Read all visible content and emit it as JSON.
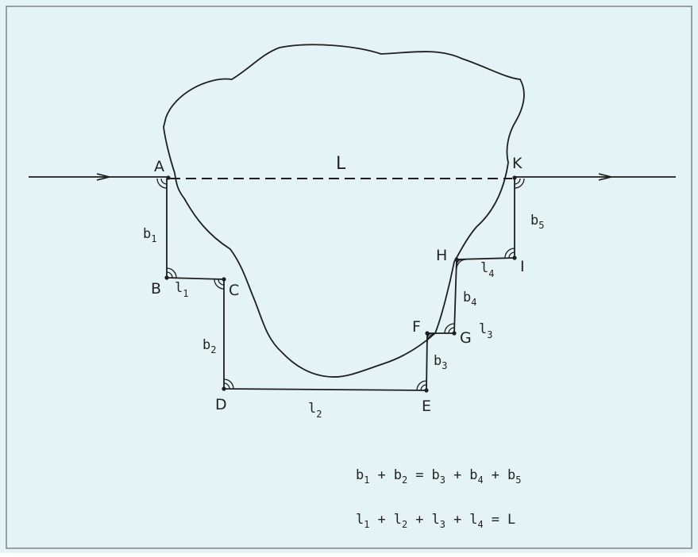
{
  "colors": {
    "paper": "#e4f4f6",
    "ink": "#1e1e1e",
    "frame": "#7a7a7a"
  },
  "points": {
    "A": "A",
    "B": "B",
    "C": "C",
    "D": "D",
    "E": "E",
    "F": "F",
    "G": "G",
    "H": "H",
    "I": "I",
    "K": "K"
  },
  "segments": {
    "L": "L",
    "b1": {
      "base": "b",
      "sub": "1"
    },
    "b2": {
      "base": "b",
      "sub": "2"
    },
    "b3": {
      "base": "b",
      "sub": "3"
    },
    "b4": {
      "base": "b",
      "sub": "4"
    },
    "b5": {
      "base": "b",
      "sub": "5"
    },
    "l1": {
      "base": "l",
      "sub": "1"
    },
    "l2": {
      "base": "l",
      "sub": "2"
    },
    "l3": {
      "base": "l",
      "sub": "3"
    },
    "l4": {
      "base": "l",
      "sub": "4"
    }
  },
  "equations": {
    "eq1": [
      {
        "base": "b",
        "sub": "1"
      },
      {
        "op": "+"
      },
      {
        "base": "b",
        "sub": "2"
      },
      {
        "op": "="
      },
      {
        "base": "b",
        "sub": "3"
      },
      {
        "op": "+"
      },
      {
        "base": "b",
        "sub": "4"
      },
      {
        "op": "+"
      },
      {
        "base": "b",
        "sub": "5"
      }
    ],
    "eq2": [
      {
        "base": "l",
        "sub": "1"
      },
      {
        "op": "+"
      },
      {
        "base": "l",
        "sub": "2"
      },
      {
        "op": "+"
      },
      {
        "base": "l",
        "sub": "3"
      },
      {
        "op": "+"
      },
      {
        "base": "l",
        "sub": "4"
      },
      {
        "op": "="
      },
      {
        "base": "L"
      }
    ]
  }
}
